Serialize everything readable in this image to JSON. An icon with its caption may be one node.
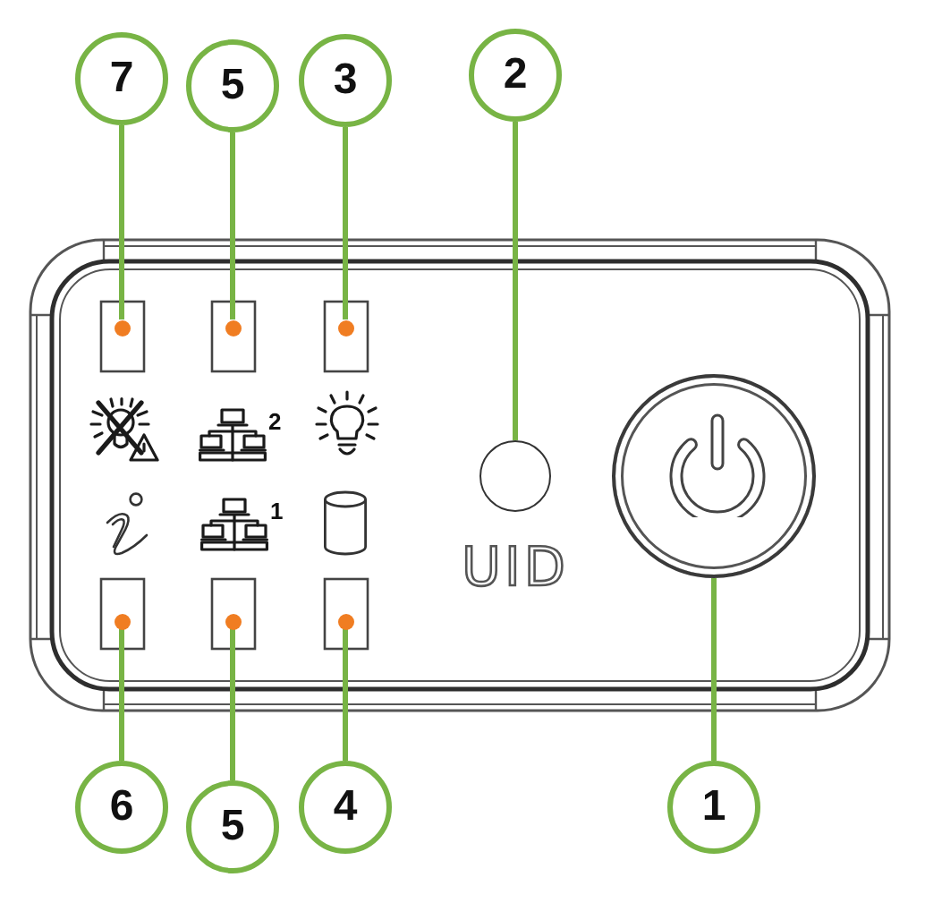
{
  "diagram": {
    "nodes": [
      {
        "text": [
          "7"
        ]
      },
      {
        "text": [
          "5"
        ]
      },
      {
        "text": [
          "3"
        ]
      },
      {
        "text": [
          "2"
        ]
      },
      {
        "text": [],
        "shape": "circle"
      },
      {
        "text": [],
        "shape": "circle"
      },
      {
        "text": [],
        "shape": "circle"
      },
      {
        "text": [],
        "shape": "circle"
      },
      {
        "text": [],
        "shape": "circle"
      },
      {
        "text": [],
        "shape": "circle"
      },
      {
        "text": [],
        "shape": "circle"
      },
      {
        "text": [],
        "shape": "circle"
      },
      {
        "text": [
          "6"
        ]
      },
      {
        "text": [
          "5"
        ]
      },
      {
        "text": [
          "4"
        ]
      },
      {
        "text": [
          "1"
        ]
      }
    ],
    "edges": [
      {
        "from": 0,
        "to": 4,
        "arrow": "none"
      },
      {
        "from": 1,
        "to": 5,
        "arrow": "none"
      },
      {
        "from": 2,
        "to": 6,
        "arrow": "none"
      },
      {
        "from": 3,
        "to": 7,
        "arrow": "none"
      },
      {
        "from": 12,
        "to": 9,
        "arrow": "none"
      },
      {
        "from": 13,
        "to": 10,
        "arrow": "none"
      },
      {
        "from": 14,
        "to": 11,
        "arrow": "none"
      },
      {
        "from": 15,
        "to": 8,
        "arrow": "none"
      }
    ],
    "labels": [
      "2",
      "1",
      "UID"
    ]
  }
}
